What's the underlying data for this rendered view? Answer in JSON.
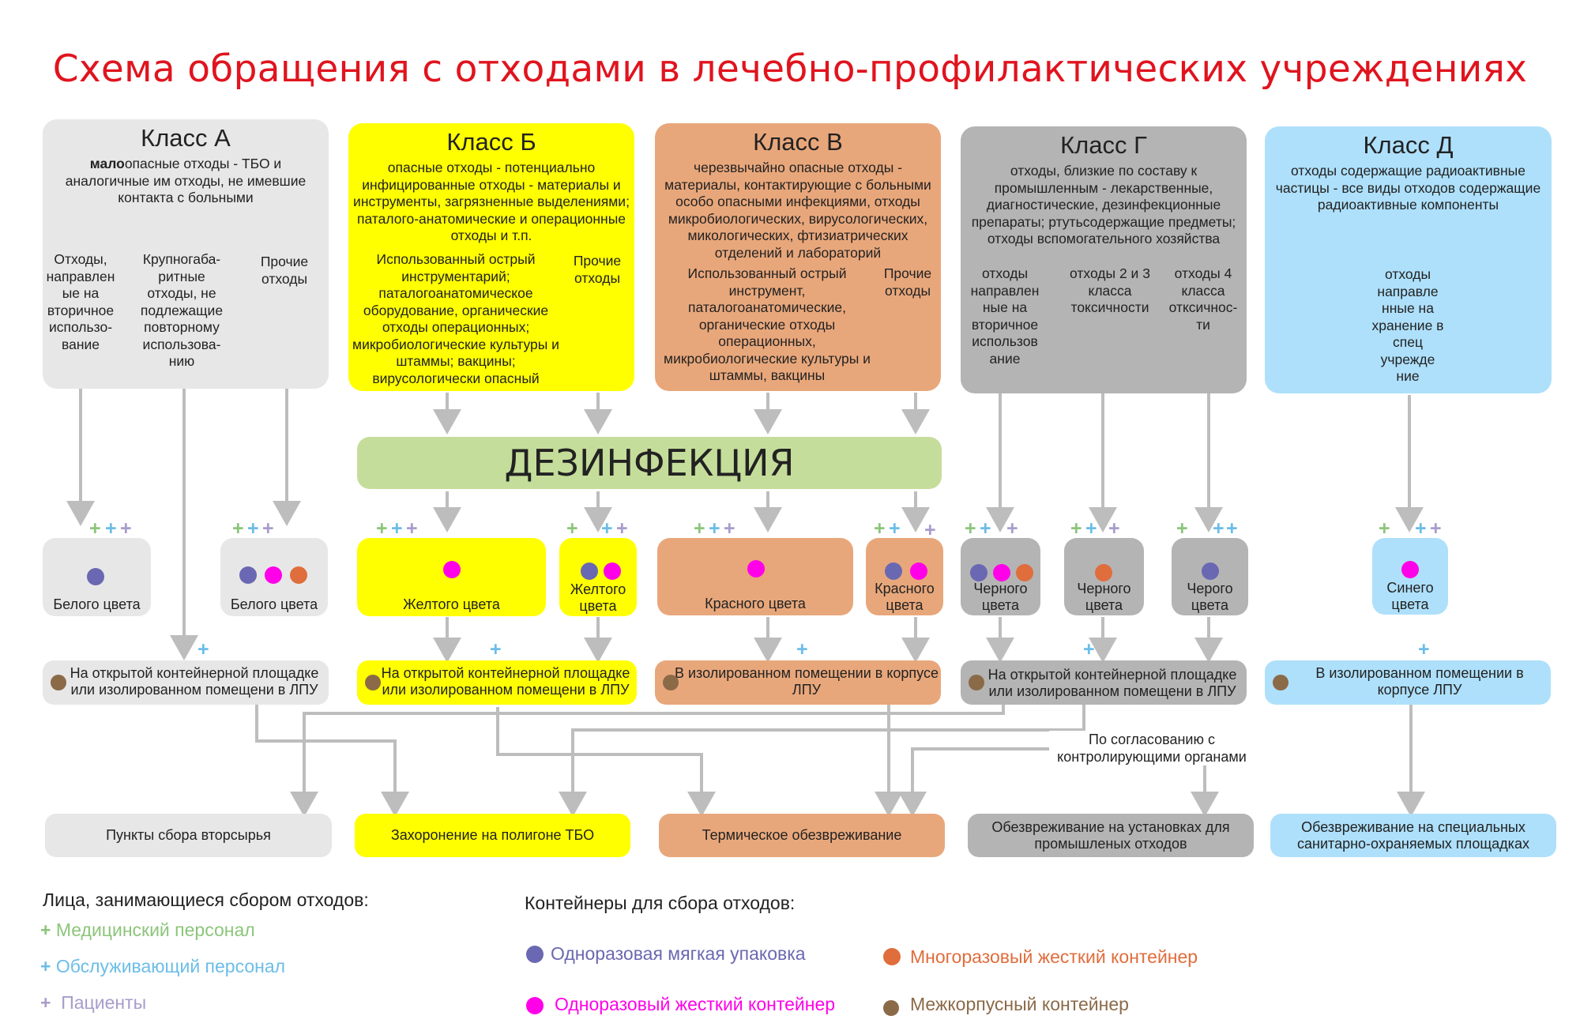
{
  "title": "Схема обращения с отходами в лечебно-профилактических учреждениях",
  "classes": {
    "a": {
      "title": "Класс А",
      "desc_bold": "мало",
      "desc": "опасные отходы - ТБО и аналогичные им отходы, не имевшие контакта с больными",
      "sub": [
        "Отходы, направлен ые на вторичное использо- вание",
        "Крупногаба- ритные отходы, не подлежащие повторному использова- нию",
        "Прочие отходы"
      ]
    },
    "b": {
      "title": "Класс Б",
      "desc": "опасные отходы - потенциально инфицированные отходы - материалы и инструменты, загрязненные выделениями; паталого-анатомические и операционные отходы и т.п.",
      "sub": [
        "Использованный острый инструментарий; паталогоанатомическое оборудование, органические отходы операционных; микробиологические культуры и штаммы; вакцины; вирусологически опасный",
        "Прочие отходы"
      ]
    },
    "v": {
      "title": "Класс В",
      "desc": "черезвычайно опасные отходы - материалы, контактирующие с больными особо опасными инфекциями, отходы микробиологических, вирусологических, микологических, фтизиатрических отделений и лабораторий",
      "sub": [
        "Использованный острый инструмент, паталогоанатомические, органические отходы операционных, микробиологические культуры и штаммы, вакцины",
        "Прочие отходы"
      ]
    },
    "g": {
      "title": "Класс Г",
      "desc": "отходы, близкие по составу к промышленным - лекарственные, диагностические, дезинфекционные препараты; ртутьсодержащие предметы; отходы вспомогательного хозяйства",
      "sub": [
        "отходы направлен ные на вторичное использов ание",
        "отходы 2 и 3 класса токсичности",
        "отходы 4 класса откcичнос- ти"
      ]
    },
    "d": {
      "title": "Класс Д",
      "desc": "отходы содержащие радиоактивные частицы - все виды отходов содержащие радиоактивные компоненты",
      "sub": [
        "отходы направле нные на хранение в спец учрежде ние"
      ]
    }
  },
  "disinfection": "ДЕЗИНФЕКЦИЯ",
  "containers": [
    "Белого цвета",
    "Белого цвета",
    "Желтого цвета",
    "Желтого цвета",
    "Красного цвета",
    "Красного цвета",
    "Черного цвета",
    "Черного цвета",
    "Черого цвета",
    "Синего цвета"
  ],
  "storage": [
    "На открытой контейнерной площадке или изолированном помещени в ЛПУ",
    "На открытой контейнерной площадке или изолированном помещени в ЛПУ",
    "В изолированном помещении в корпусе ЛПУ",
    "На открытой контейнерной площадке или изолированном помещени в ЛПУ",
    "В изолированном помещении в корпусе ЛПУ"
  ],
  "agreement_note": "По согласованию с контролирующими органами",
  "destinations": [
    "Пункты сбора вторсырья",
    "Захоронение на полигоне ТБО",
    "Термическое обезвреживание",
    "Обезвреживание на установках для промышленых отходов",
    "Обезвреживание на специальных санитарно-охраняемых площадках"
  ],
  "legend_persons": {
    "title": "Лица, занимающиеся сбором отходов:",
    "items": [
      {
        "symbol": "+",
        "label": "Медицинский персонал",
        "color": "#8cc57a"
      },
      {
        "symbol": "+",
        "label": "Обслуживающий персонал",
        "color": "#6bbde8"
      },
      {
        "symbol": "+",
        "label": "Пациенты",
        "color": "#a89ccb"
      }
    ]
  },
  "legend_containers": {
    "title": "Контейнеры для сбора отходов:",
    "items": [
      {
        "label": "Одноразовая мягкая упаковка",
        "color": "#6a68b2"
      },
      {
        "label": "Многоразовый жесткий контейнер",
        "color": "#e06d3c"
      },
      {
        "label": "Одноразовый жесткий контейнер",
        "color": "#ff00e8"
      },
      {
        "label": "Межкорпусный контейнер",
        "color": "#8b6a48"
      }
    ]
  },
  "colors": {
    "title": "#e0141e",
    "arrow": "#bdbdbd",
    "classA": "#e7e7e7",
    "classB": "#ffff00",
    "classV": "#e8a77b",
    "classG": "#b4b4b4",
    "classD": "#aee0fb",
    "disinfection": "#c5dd9a"
  }
}
